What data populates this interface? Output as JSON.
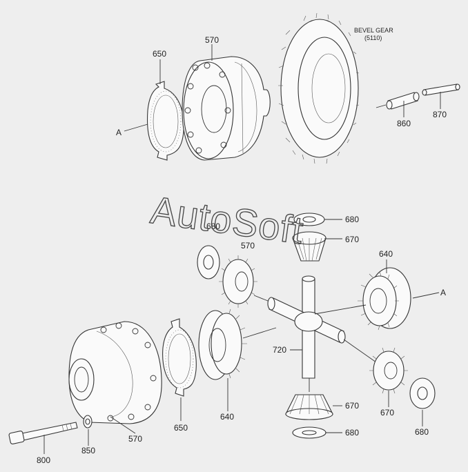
{
  "labels": {
    "l650_top": "650",
    "l570_top": "570",
    "lA_left": "A",
    "bevel_gear_title": "BEVEL GEAR",
    "bevel_gear_code": "(5110)",
    "l860": "860",
    "l870": "870",
    "l680_top": "680",
    "l670_top": "670",
    "l680_mid": "680",
    "l570_mid": "570",
    "l640_right": "640",
    "lA_right": "A",
    "l720": "720",
    "l670_bottom": "670",
    "l670_right": "670",
    "l680_bottom": "680",
    "l680_right": "680",
    "l650_bottom": "650",
    "l640_bottom": "640",
    "l570_bottom": "570",
    "l850": "850",
    "l800": "800"
  },
  "watermark": "AutoSoft"
}
